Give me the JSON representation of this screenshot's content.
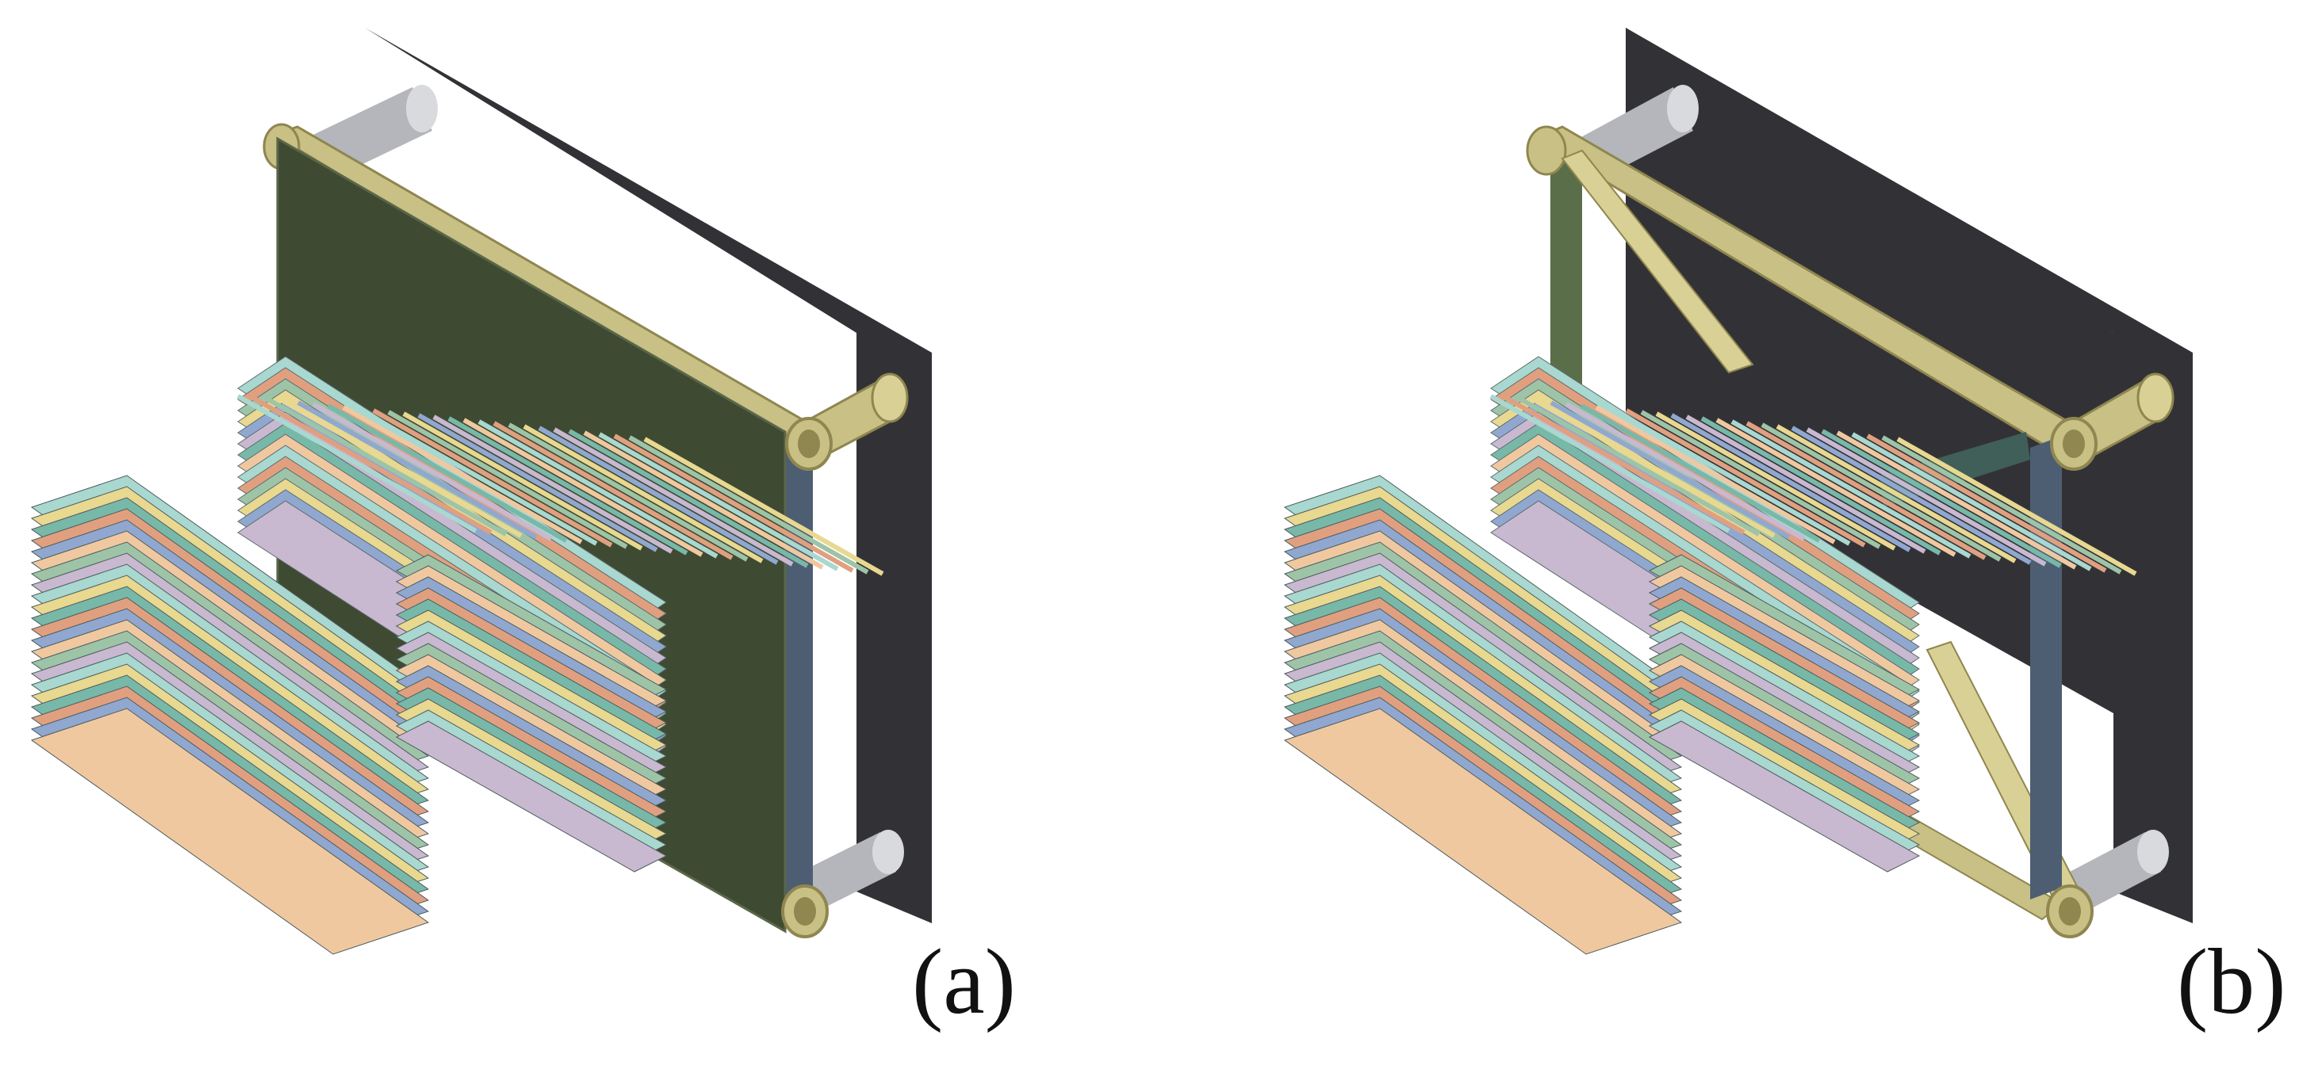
{
  "panels": [
    {
      "label": "(a)",
      "frame": "flat-plate"
    },
    {
      "label": "(b)",
      "frame": "truss-braced"
    }
  ],
  "colors": {
    "backplate": "#323236",
    "front_plate": "#3f4a33",
    "gold_tube": "#c8c085",
    "gold_tube_shadow": "#8f8650",
    "steel_pin": "#b4b6bb",
    "blue_post": "#4d5e72",
    "fin_palette": [
      "#a8d8d0",
      "#e0a080",
      "#9ec4a8",
      "#e8d890",
      "#90a8d0",
      "#c8b8d0",
      "#78b8a8",
      "#f0c8a0"
    ]
  }
}
